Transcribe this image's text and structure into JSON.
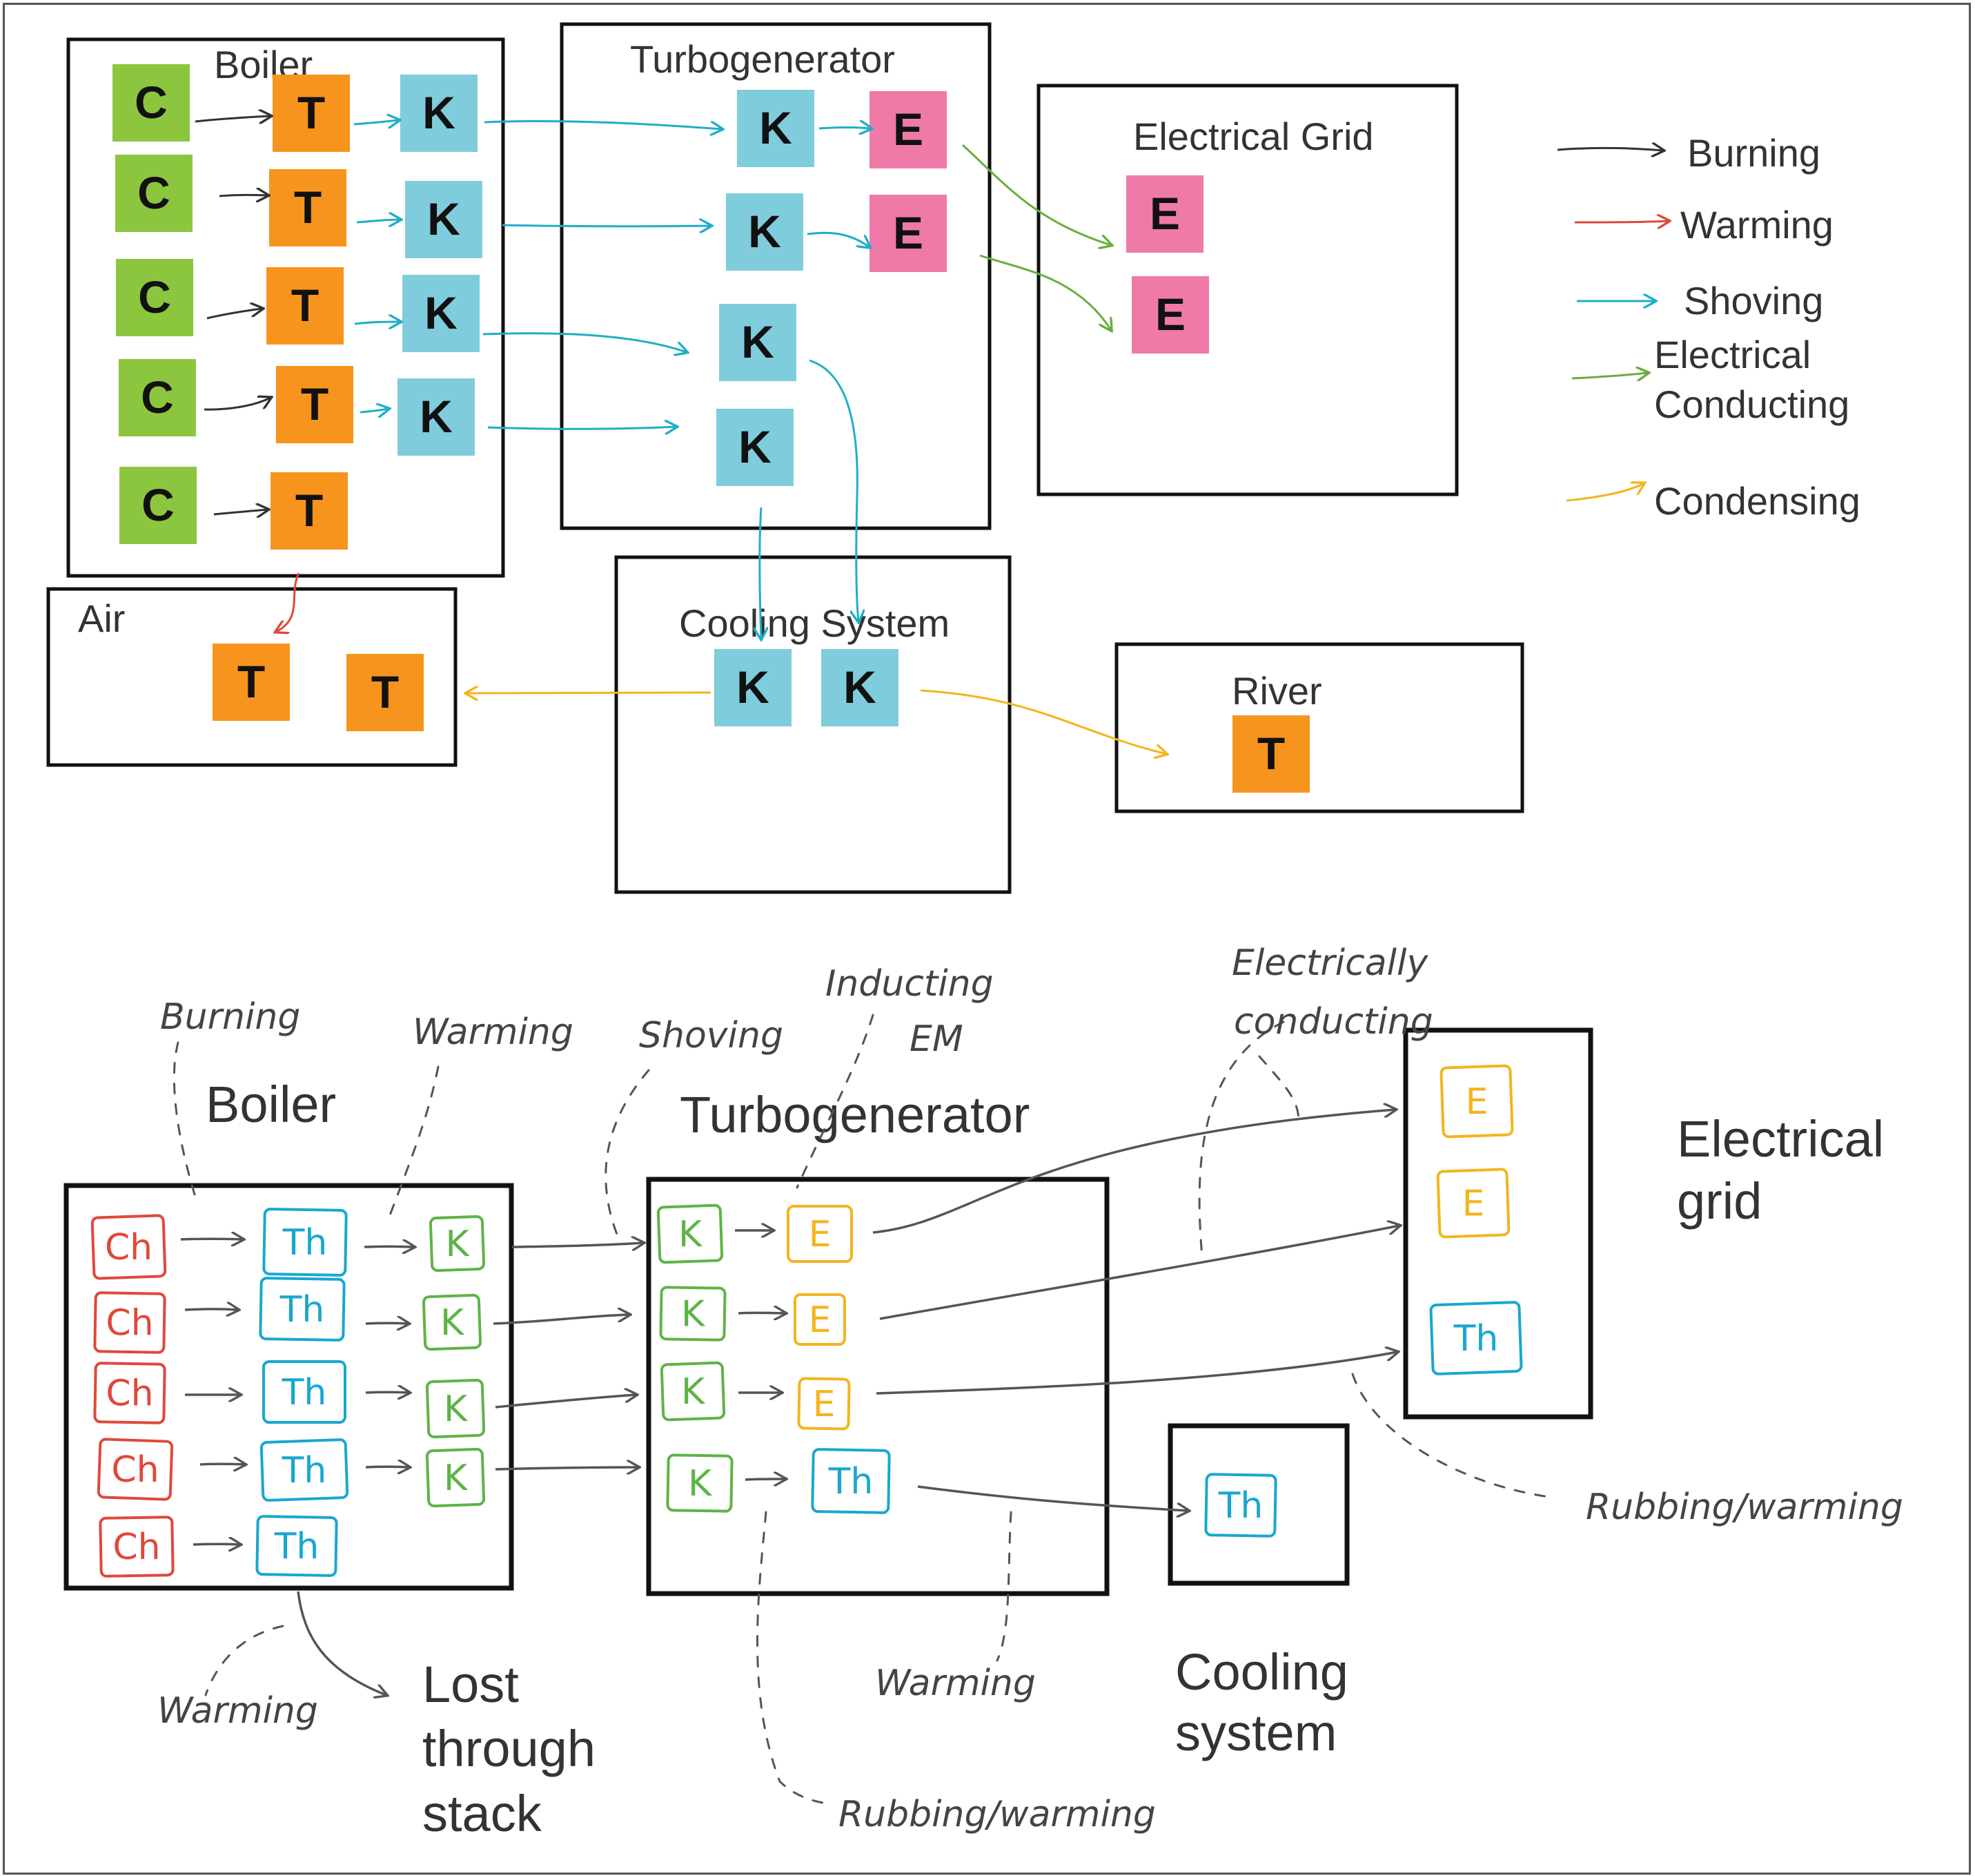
{
  "colors": {
    "coal": "#8CC63F",
    "thermal": "#F7941D",
    "kinetic": "#7FCCDC",
    "electric": "#EF7AA8",
    "burning": "#333333",
    "warming": "#E0483A",
    "shoving": "#1EAFC6",
    "conducting": "#6AAE3F",
    "condensing": "#F3B51E",
    "hand_chem": "#E0483A",
    "hand_thermal": "#19A7D0",
    "hand_kinetic": "#5EB347",
    "hand_electric": "#F3B51E"
  },
  "top": {
    "systems": {
      "boiler": "Boiler",
      "turbogenerator": "Turbogenerator",
      "electrical_grid": "Electrical Grid",
      "air": "Air",
      "cooling_system": "Cooling System",
      "river": "River"
    },
    "letters": {
      "coal": "C",
      "thermal": "T",
      "kinetic": "K",
      "electric": "E"
    },
    "legend": [
      {
        "label": "Burning",
        "color": "#333333"
      },
      {
        "label": "Warming",
        "color": "#E0483A"
      },
      {
        "label": "Shoving",
        "color": "#1EAFC6"
      },
      {
        "label": "Electrical",
        "label2": "Conducting",
        "color": "#6AAE3F"
      },
      {
        "label": "Condensing",
        "color": "#F3B51E"
      }
    ]
  },
  "bottom": {
    "systems": {
      "boiler": "Boiler",
      "turbogenerator": "Turbogenerator",
      "electrical_grid_1": "Electrical",
      "electrical_grid_2": "grid",
      "cooling_1": "Cooling",
      "cooling_2": "system",
      "stack_1": "Lost",
      "stack_2": "through",
      "stack_3": "stack"
    },
    "letters": {
      "chem": "Ch",
      "thermal": "Th",
      "kinetic": "K",
      "electric": "E"
    },
    "annotations": {
      "burning": "Burning",
      "warming_top": "Warming",
      "shoving": "Shoving",
      "inducting_1": "Inducting",
      "inducting_2": "EM",
      "electrically_1": "Electrically",
      "electrically_2": "conducting",
      "rubbing_right": "Rubbing/warming",
      "warming_stack": "Warming",
      "warming_mid": "Warming",
      "rubbing_bottom": "Rubbing/warming"
    }
  }
}
